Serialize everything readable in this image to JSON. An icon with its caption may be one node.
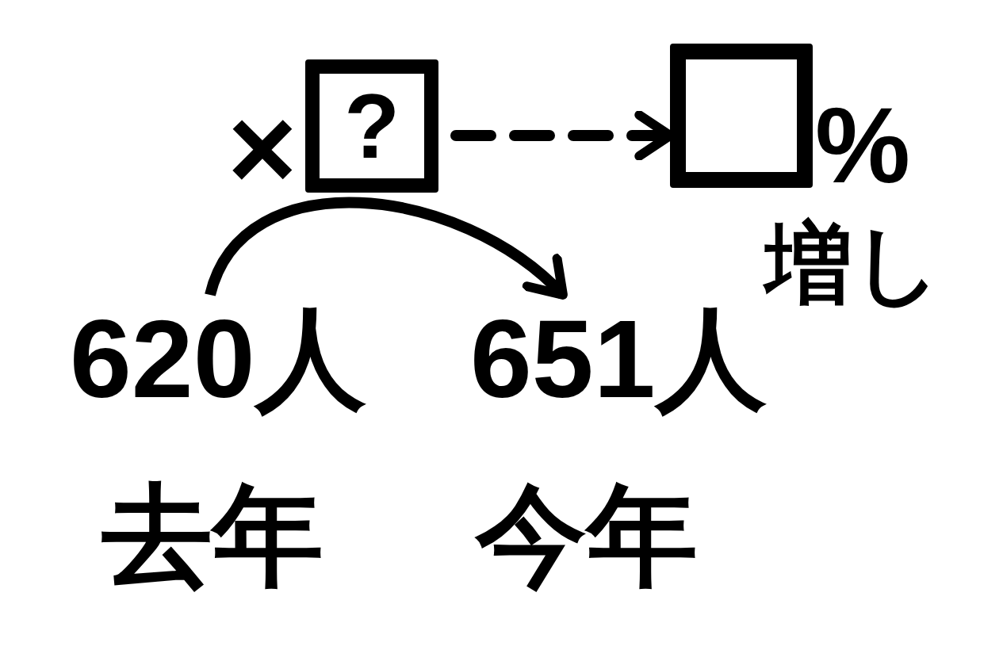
{
  "diagram": {
    "nodes": [
      {
        "text": [
          "620人",
          "去年"
        ]
      },
      {
        "text": [
          "651人",
          "今年"
        ]
      },
      {
        "text": [
          "?"
        ],
        "beside": [
          "×"
        ]
      },
      {
        "text": [],
        "shape": "box",
        "beside": [
          "%",
          "増し"
        ]
      }
    ],
    "edges": [
      {
        "from": 0,
        "to": 1,
        "arrow": "to"
      },
      {
        "from": 2,
        "to": 3,
        "arrow": "to",
        "style": "dashed"
      }
    ]
  }
}
